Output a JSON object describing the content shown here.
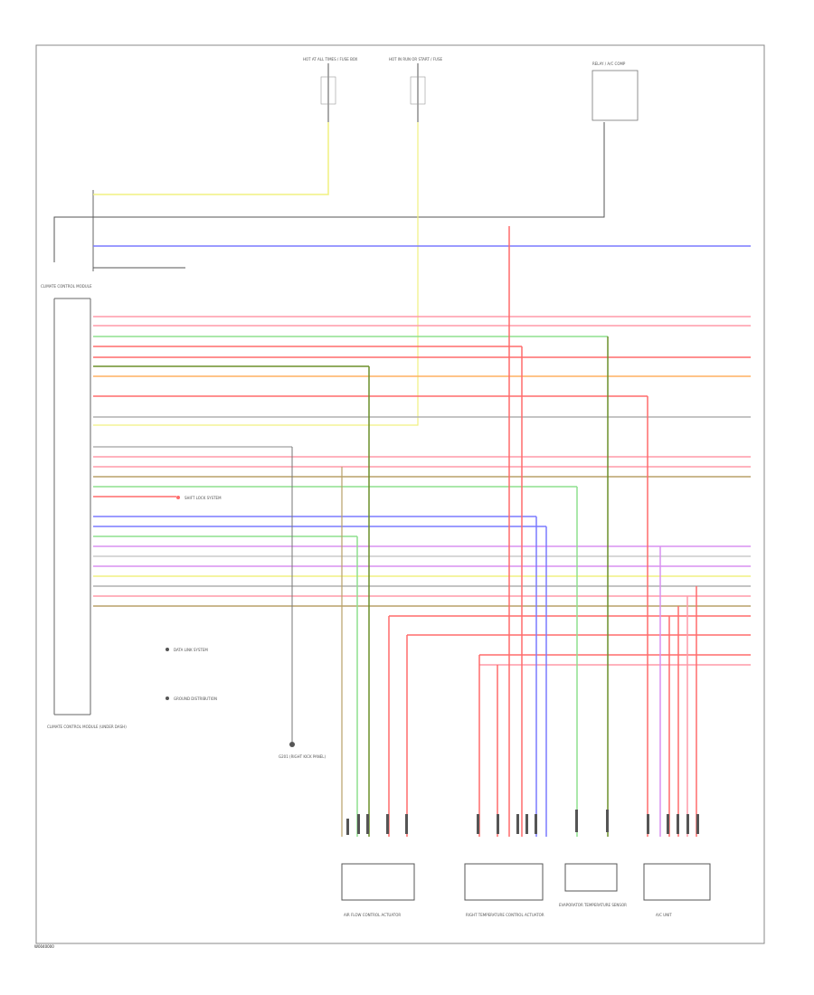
{
  "diagram_code": "W0040000",
  "colors": {
    "yellow": "#f0f080",
    "black": "#555555",
    "blue": "#7a7aff",
    "pink": "#ff9aa8",
    "red": "#ff6b6b",
    "green": "#8ee08e",
    "orange": "#ffb060",
    "brown": "#b8a068",
    "gray": "#b0b0b0",
    "violet": "#d890f0",
    "dark_green": "#6b8f2a"
  },
  "top_components": [
    {
      "id": "fuse-a",
      "text": "HOT AT ALL TIMES / FUSE BOX"
    },
    {
      "id": "fuse-b",
      "text": "HOT IN RUN OR START / FUSE"
    },
    {
      "id": "relay",
      "text": "RELAY / A/C COMP"
    }
  ],
  "left_module": {
    "title": "CLIMATE CONTROL MODULE",
    "footer": "CLIMATE CONTROL MODULE (UNDER DASH)"
  },
  "ground_label": "G201 (RIGHT KICK PANEL)",
  "bottom_components": [
    {
      "id": "bc-1",
      "text": "AIR FLOW CONTROL ACTUATOR"
    },
    {
      "id": "bc-2",
      "text": "RIGHT TEMPERATURE CONTROL ACTUATOR"
    },
    {
      "id": "bc-3",
      "text": "EVAPORATOR TEMPERATURE SENSOR"
    },
    {
      "id": "bc-4",
      "text": "A/C UNIT"
    }
  ],
  "side_notes": [
    {
      "id": "note-1",
      "text": "DATA LINK SYSTEM"
    },
    {
      "id": "note-2",
      "text": "GROUND DISTRIBUTION"
    },
    {
      "id": "note-3",
      "text": "SHIFT LOCK SYSTEM"
    }
  ]
}
